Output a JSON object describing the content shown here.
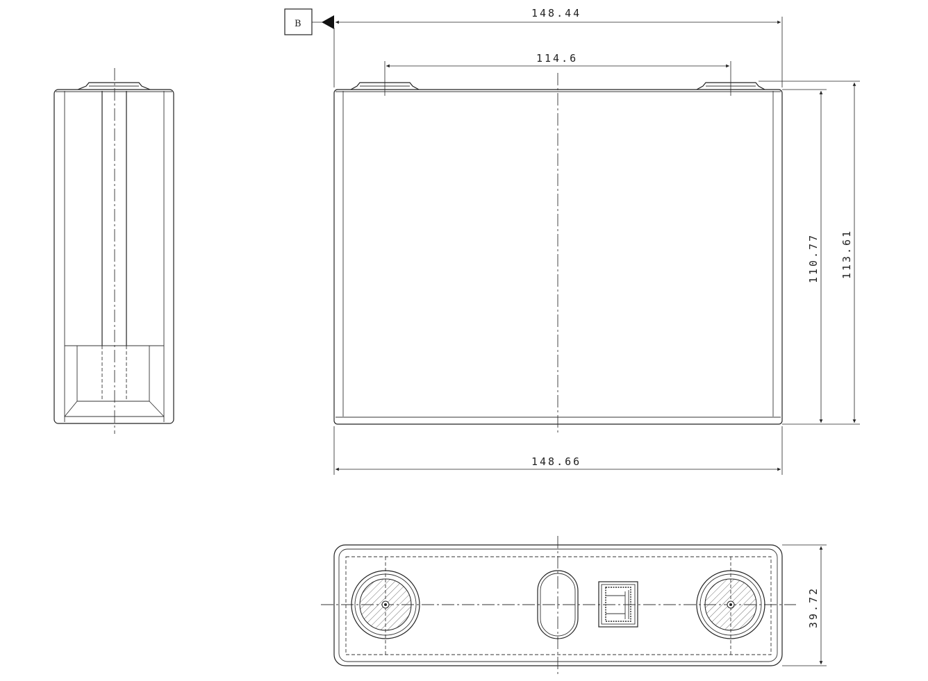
{
  "datum": {
    "label": "B"
  },
  "dimensions": {
    "overall_width_top": "148.44",
    "terminal_spacing": "114.6",
    "overall_width_bottom": "148.66",
    "body_height": "110.77",
    "total_height": "113.61",
    "thickness": "39.72"
  }
}
